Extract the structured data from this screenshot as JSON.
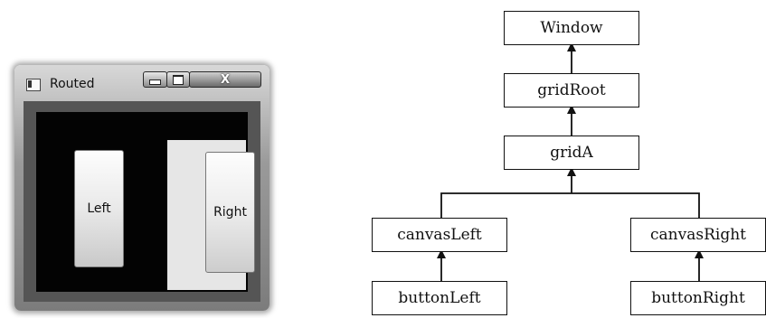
{
  "window": {
    "title": "Routed",
    "close_glyph": "X",
    "buttons": {
      "left_label": "Left",
      "right_label": "Right"
    }
  },
  "tree": {
    "nodes": {
      "window": "Window",
      "grid_root": "gridRoot",
      "grid_a": "gridA",
      "canvas_left": "canvasLeft",
      "canvas_right": "canvasRight",
      "button_left": "buttonLeft",
      "button_right": "buttonRight"
    }
  }
}
